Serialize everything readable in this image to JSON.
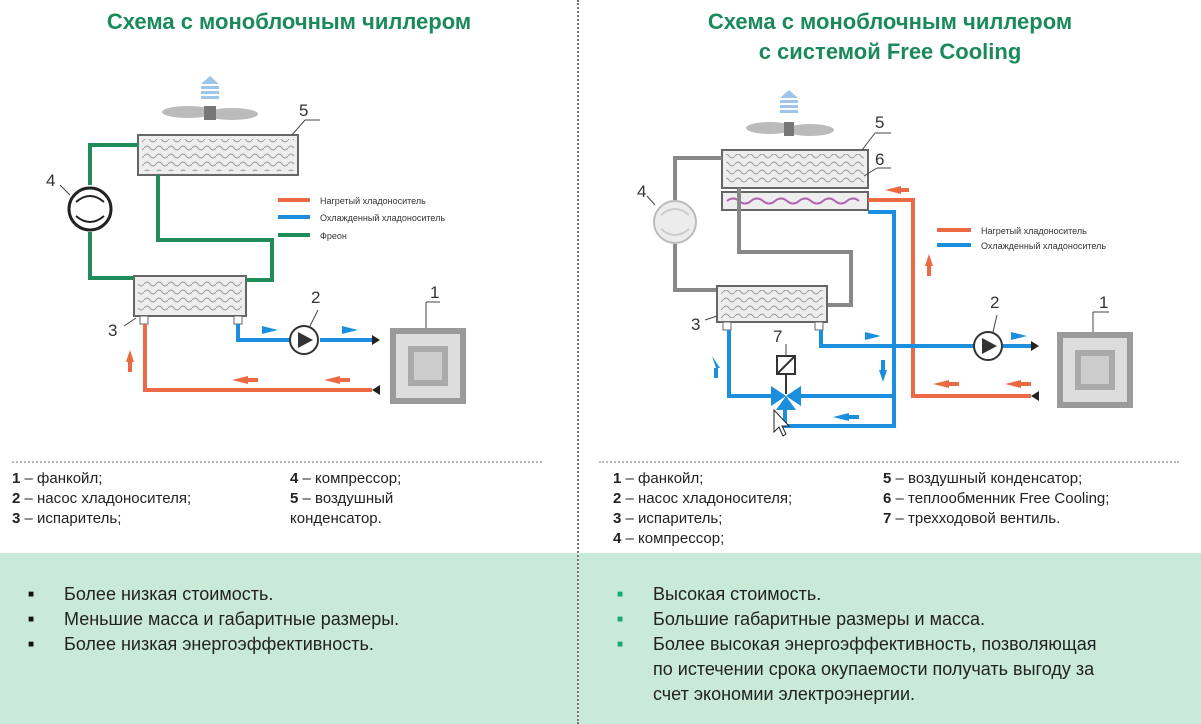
{
  "left": {
    "title": "Схема с моноблочным чиллером",
    "diagram": {
      "numbers": [
        "5",
        "4",
        "3",
        "2",
        "1"
      ],
      "legend": [
        "Нагретый хладоноситель",
        "Охлажденный хладоноситель",
        "Фреон"
      ]
    },
    "legend_items": [
      {
        "num": "1",
        "text": " – фанкойл;"
      },
      {
        "num": "2",
        "text": " – насос хладоносителя;"
      },
      {
        "num": "3",
        "text": " – испаритель;"
      },
      {
        "num": "4",
        "text": " – компрессор;"
      },
      {
        "num": "5",
        "text": " – воздушный"
      },
      {
        "num": "",
        "text": "конденсатор."
      }
    ],
    "bullets": [
      "Более низкая стоимость.",
      "Меньшие масса и габаритные размеры.",
      "Более низкая энергоэффективность."
    ]
  },
  "right": {
    "title_line1": "Схема с моноблочным чиллером",
    "title_line2": "с системой Free Cooling",
    "diagram": {
      "numbers": [
        "5",
        "6",
        "4",
        "3",
        "7",
        "2",
        "1"
      ],
      "legend": [
        "Нагретый хладоноситель",
        "Охлажденный хладоноситель"
      ]
    },
    "legend_items": [
      {
        "num": "1",
        "text": " – фанкойл;"
      },
      {
        "num": "2",
        "text": " – насос хладоносителя;"
      },
      {
        "num": "3",
        "text": " – испаритель;"
      },
      {
        "num": "4",
        "text": " – компрессор;"
      },
      {
        "num": "5",
        "text": " – воздушный конденсатор;"
      },
      {
        "num": "6",
        "text": " – теплообменник Free Cooling;"
      },
      {
        "num": "7",
        "text": " – трехходовой вентиль."
      }
    ],
    "bullets": [
      "Высокая стоимость.",
      "Большие габаритные размеры и масса.",
      "Более высокая  энергоэффективность, позволяющая",
      "по истечении срока окупаемости получать выгоду за",
      "счет экономии электроэнергии."
    ]
  },
  "colors": {
    "heated": "#ec6a43",
    "cooled": "#1b8fde",
    "freon": "#1f8c5c",
    "title": "#1a8a5a",
    "band": "#c9e9d9"
  }
}
